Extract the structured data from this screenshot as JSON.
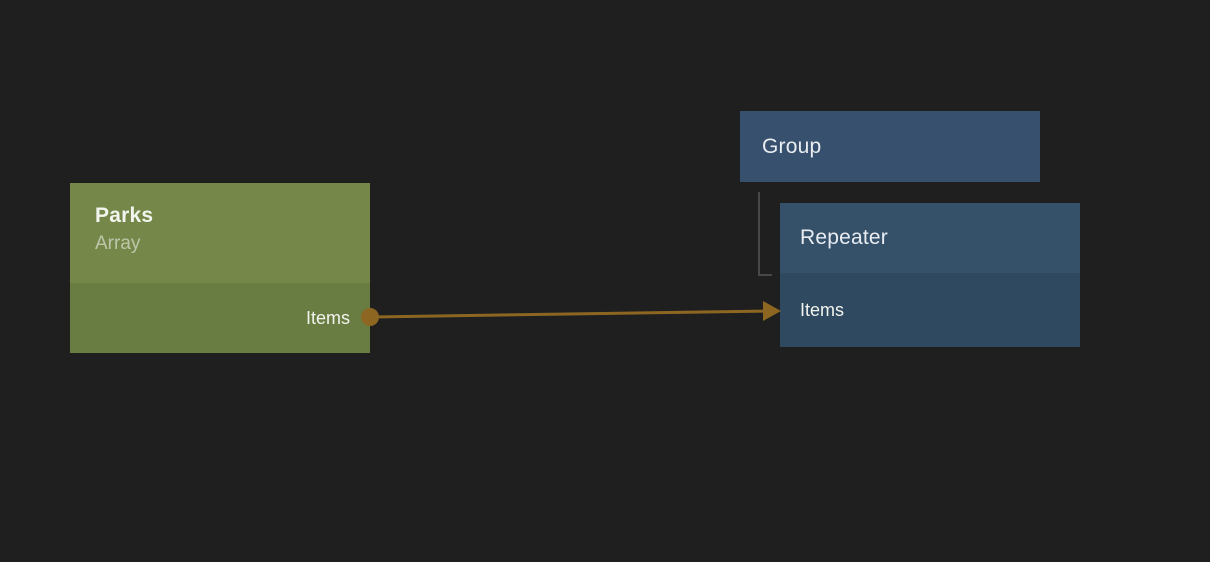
{
  "app": {
    "background_color": "#1f1f1f"
  },
  "nodes": {
    "parks": {
      "title": "Parks",
      "subtitle": "Array",
      "output_port": {
        "label": "Items"
      },
      "colors": {
        "header": "#75884a",
        "body": "#697c41"
      }
    },
    "group": {
      "title": "Group",
      "colors": {
        "header": "#37506d"
      }
    },
    "repeater": {
      "title": "Repeater",
      "input_port": {
        "label": "Items"
      },
      "colors": {
        "header": "#355069",
        "body": "#2e4960"
      }
    }
  },
  "connections": [
    {
      "from": "Parks.Items",
      "to": "Repeater.Items",
      "color": "#8d6721"
    }
  ],
  "hierarchy_connector": {
    "parent": "Group",
    "child": "Repeater",
    "color": "#484848"
  }
}
